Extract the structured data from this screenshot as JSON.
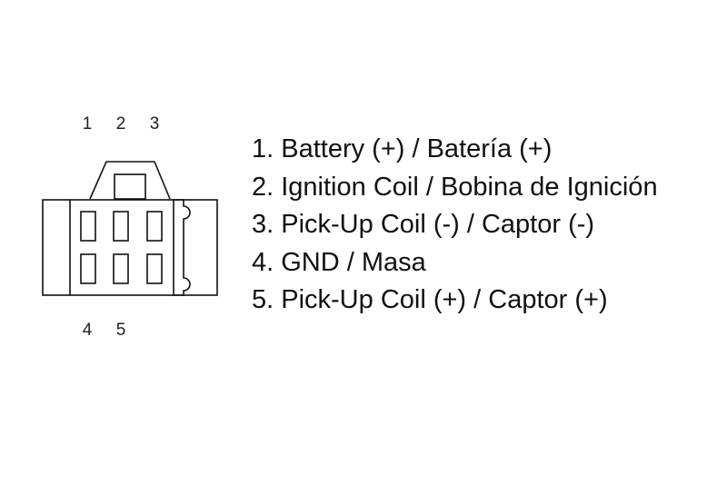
{
  "connector": {
    "top_pin_numbers": [
      "1",
      "2",
      "3"
    ],
    "bottom_pin_numbers": [
      "4",
      "5"
    ]
  },
  "pin_list": [
    "1. Battery (+) / Batería (+)",
    "2. Ignition Coil / Bobina de Ignición",
    "3. Pick-Up Coil (-) / Captor (-)",
    "4. GND / Masa",
    "5. Pick-Up Coil (+) / Captor (+)"
  ],
  "colors": {
    "stroke": "#111111",
    "text": "#111111"
  }
}
